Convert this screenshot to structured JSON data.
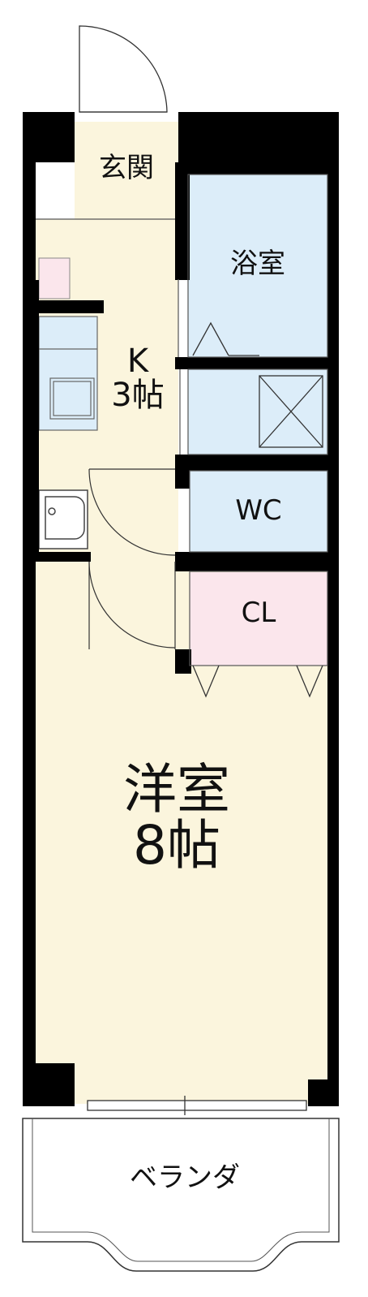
{
  "floor_plan": {
    "rooms": {
      "genkan": {
        "label": "玄関"
      },
      "bath": {
        "label": "浴室"
      },
      "kitchen": {
        "label": "K",
        "size": "3帖"
      },
      "wc": {
        "label": "WC"
      },
      "closet": {
        "label": "CL"
      },
      "western_room": {
        "label": "洋室",
        "size": "8帖"
      },
      "veranda": {
        "label": "ベランダ"
      }
    },
    "colors": {
      "wall": "#000000",
      "floor_cream": "#fbf5dd",
      "bath_blue": "#dcedf9",
      "closet_pink": "#fbe6ec",
      "outline": "#444444"
    }
  }
}
